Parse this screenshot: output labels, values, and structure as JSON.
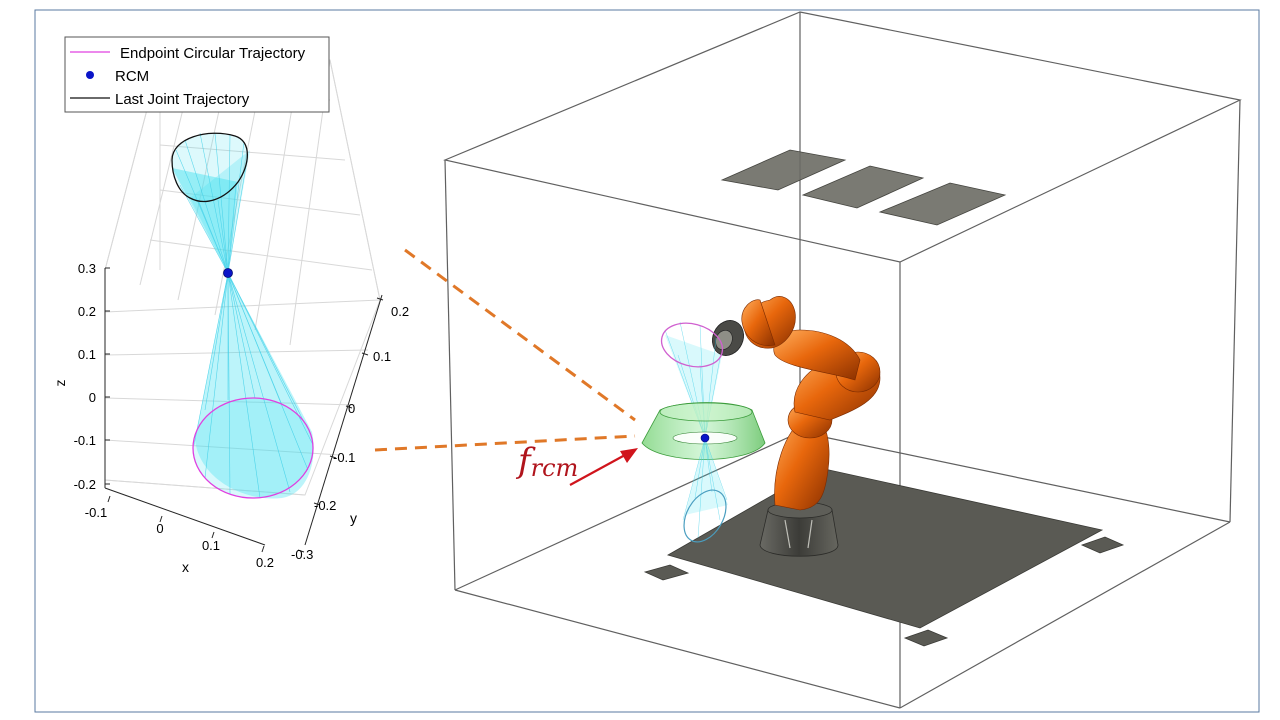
{
  "legend": {
    "items": [
      {
        "label": "Endpoint Circular Trajectory",
        "color": "#e040e0",
        "marker": "line"
      },
      {
        "label": "RCM",
        "color": "#0a14c8",
        "marker": "dot"
      },
      {
        "label": "Last Joint Trajectory",
        "color": "#000000",
        "marker": "line"
      }
    ]
  },
  "axes": {
    "x": {
      "label": "x",
      "ticks": [
        "-0.1",
        "0",
        "0.1",
        "0.2"
      ]
    },
    "y": {
      "label": "y",
      "ticks": [
        "0.2",
        "0.1",
        "0",
        "-0.1",
        "-0.2",
        "-0.3"
      ]
    },
    "z": {
      "label": "z",
      "ticks": [
        "0.3",
        "0.2",
        "0.1",
        "0",
        "-0.1",
        "-0.2"
      ]
    }
  },
  "annotation": {
    "label_main": "f",
    "label_sub": "rcm",
    "color": "#c01820"
  },
  "colors": {
    "cone": "#40e0f0",
    "robot": "#e86a10",
    "base": "#555550",
    "ring": "#78d878",
    "connector": "#e07828"
  }
}
